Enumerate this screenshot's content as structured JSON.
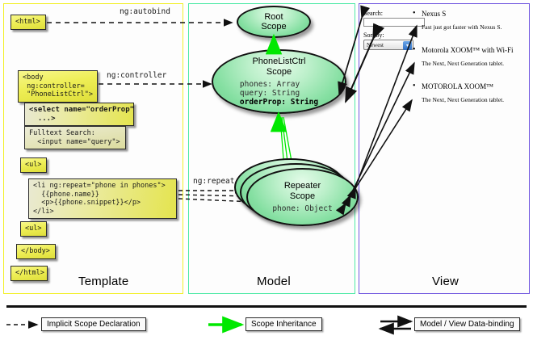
{
  "panels": {
    "template": {
      "title": "Template",
      "border_color": "#f2f028"
    },
    "model": {
      "title": "Model",
      "border_color": "#4ee9a6"
    },
    "view": {
      "title": "View",
      "border_color": "#7158e0"
    }
  },
  "template_boxes": [
    {
      "id": "html",
      "text": "<html>"
    },
    {
      "id": "body",
      "text": "<body\n ng:controller=\n \"PhoneListCtrl\">"
    },
    {
      "id": "select",
      "text": "<select name=\"orderProp\"\n  ...>"
    },
    {
      "id": "input",
      "text": "Fulltext Search:\n  <input name=\"query\">"
    },
    {
      "id": "ul1",
      "text": "<ul>"
    },
    {
      "id": "li",
      "text": "<li ng:repeat=\"phone in phones\">\n  {{phone.name}}\n  <p>{{phone.snippet}}</p>\n</li>"
    },
    {
      "id": "ul2",
      "text": "<ul>"
    },
    {
      "id": "bodyend",
      "text": "</body>"
    },
    {
      "id": "htmlend",
      "text": "</html>"
    }
  ],
  "edge_labels": {
    "autobind": "ng:autobind",
    "controller": "ng:controller",
    "repeat": "ng:repeat"
  },
  "scopes": [
    {
      "id": "root",
      "title": "Root\nScope",
      "props": ""
    },
    {
      "id": "ctrl",
      "title": "PhoneListCtrl\nScope",
      "props_plain": "phones: Array\nquery: String\n",
      "props_bold": "orderProp: String"
    },
    {
      "id": "repeater",
      "title": "Repeater\nScope",
      "props": "phone: Object"
    }
  ],
  "view": {
    "search_label": "Search:",
    "search_value": "",
    "sort_label": "Sort by:",
    "sort_selected": "Newest",
    "sort_options": [
      "Newest"
    ],
    "phones": [
      {
        "name": "Nexus S",
        "snippet": "Fast just got faster with Nexus S."
      },
      {
        "name": "Motorola XOOM™ with Wi-Fi",
        "snippet": "The Next, Next Generation tablet."
      },
      {
        "name": "MOTOROLA XOOM™",
        "snippet": "The Next, Next Generation tablet."
      }
    ]
  },
  "legend": [
    {
      "id": "implicit",
      "label": "Implicit Scope Declaration",
      "style": "dashed-arrow",
      "color": "#111111"
    },
    {
      "id": "inheritance",
      "label": "Scope Inheritance",
      "style": "solid-arrow",
      "color": "#00e800"
    },
    {
      "id": "databinding",
      "label": "Model / View Data-binding",
      "style": "double-arrow",
      "color": "#111111"
    }
  ],
  "colors": {
    "code_box_fill": "#eeee55",
    "scope_fill": "#84dfa1",
    "inheritance_green": "#00e800"
  }
}
